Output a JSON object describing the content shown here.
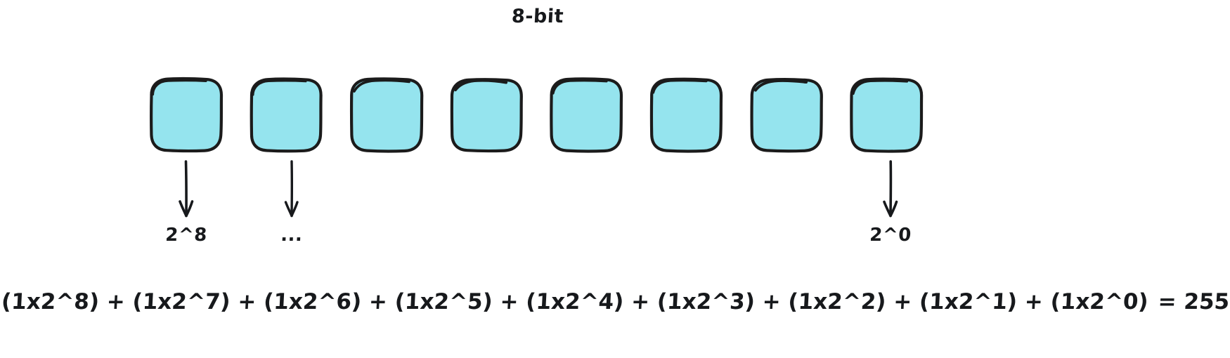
{
  "diagram": {
    "title": "8-bit",
    "background_color": "#ffffff",
    "ink_color": "#17191c",
    "bit_fill_color": "#95E4EE",
    "bit_stroke_color": "#1b1b1b",
    "bit_count": 8,
    "bits": [
      {
        "index": 0,
        "name": "bit-box-1",
        "value": ""
      },
      {
        "index": 1,
        "name": "bit-box-2",
        "value": ""
      },
      {
        "index": 2,
        "name": "bit-box-3",
        "value": ""
      },
      {
        "index": 3,
        "name": "bit-box-4",
        "value": ""
      },
      {
        "index": 4,
        "name": "bit-box-5",
        "value": ""
      },
      {
        "index": 5,
        "name": "bit-box-6",
        "value": ""
      },
      {
        "index": 6,
        "name": "bit-box-7",
        "value": ""
      },
      {
        "index": 7,
        "name": "bit-box-8",
        "value": ""
      }
    ],
    "annotations": [
      {
        "id": "msb",
        "label": "2^8",
        "arrow": "down-arrow-icon"
      },
      {
        "id": "middle",
        "label": "...",
        "arrow": "down-arrow-icon"
      },
      {
        "id": "lsb",
        "label": "2^0",
        "arrow": "down-arrow-icon"
      }
    ],
    "equation": {
      "terms": "(1x2^8) + (1x2^7) + (1x2^6) + (1x2^5) + (1x2^4) + (1x2^3) + (1x2^2) + (1x2^1) + (1x2^0)",
      "result": "= 255"
    }
  }
}
